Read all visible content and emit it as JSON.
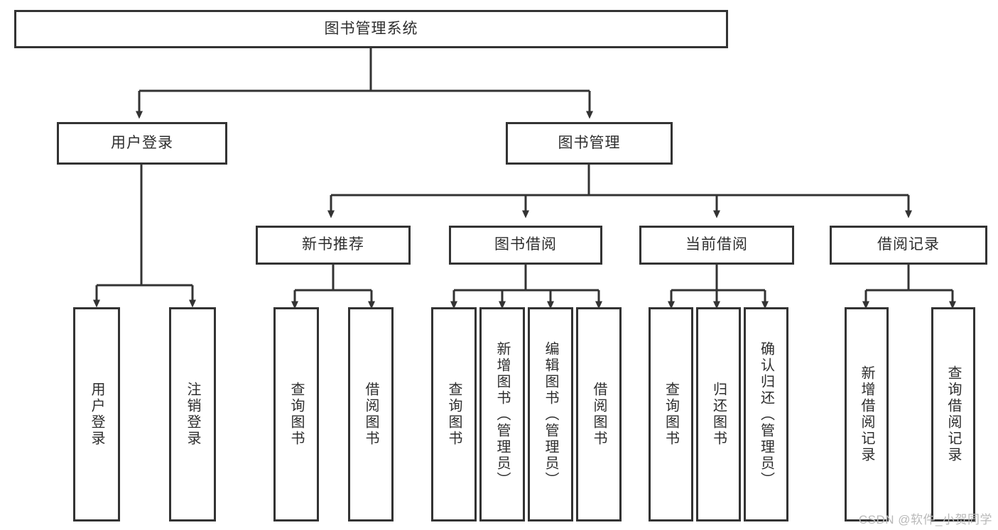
{
  "diagram": {
    "title": "图书管理系统",
    "type": "tree-hierarchy",
    "stroke_color": "#333333",
    "text_color": "#2e2e2e",
    "background": "#ffffff",
    "root": {
      "label": "图书管理系统"
    },
    "level2": [
      {
        "label": "用户登录"
      },
      {
        "label": "图书管理"
      }
    ],
    "level3": [
      {
        "label": "新书推荐"
      },
      {
        "label": "图书借阅"
      },
      {
        "label": "当前借阅"
      },
      {
        "label": "借阅记录"
      }
    ],
    "leaves": {
      "user_login": [
        {
          "label": "用户登录"
        },
        {
          "label": "注销登录"
        }
      ],
      "new_book": [
        {
          "label": "查询图书"
        },
        {
          "label": "借阅图书"
        }
      ],
      "book_borrow": [
        {
          "label": "查询图书"
        },
        {
          "label": "新增图书（管理员）"
        },
        {
          "label": "编辑图书（管理员）"
        },
        {
          "label": "借阅图书"
        }
      ],
      "current_borrow": [
        {
          "label": "查询图书"
        },
        {
          "label": "归还图书"
        },
        {
          "label": "确认归还（管理员）"
        }
      ],
      "borrow_record": [
        {
          "label": "新增借阅记录"
        },
        {
          "label": "查询借阅记录"
        }
      ]
    }
  },
  "watermark": {
    "text": "CSDN @软件_小贺同学"
  }
}
